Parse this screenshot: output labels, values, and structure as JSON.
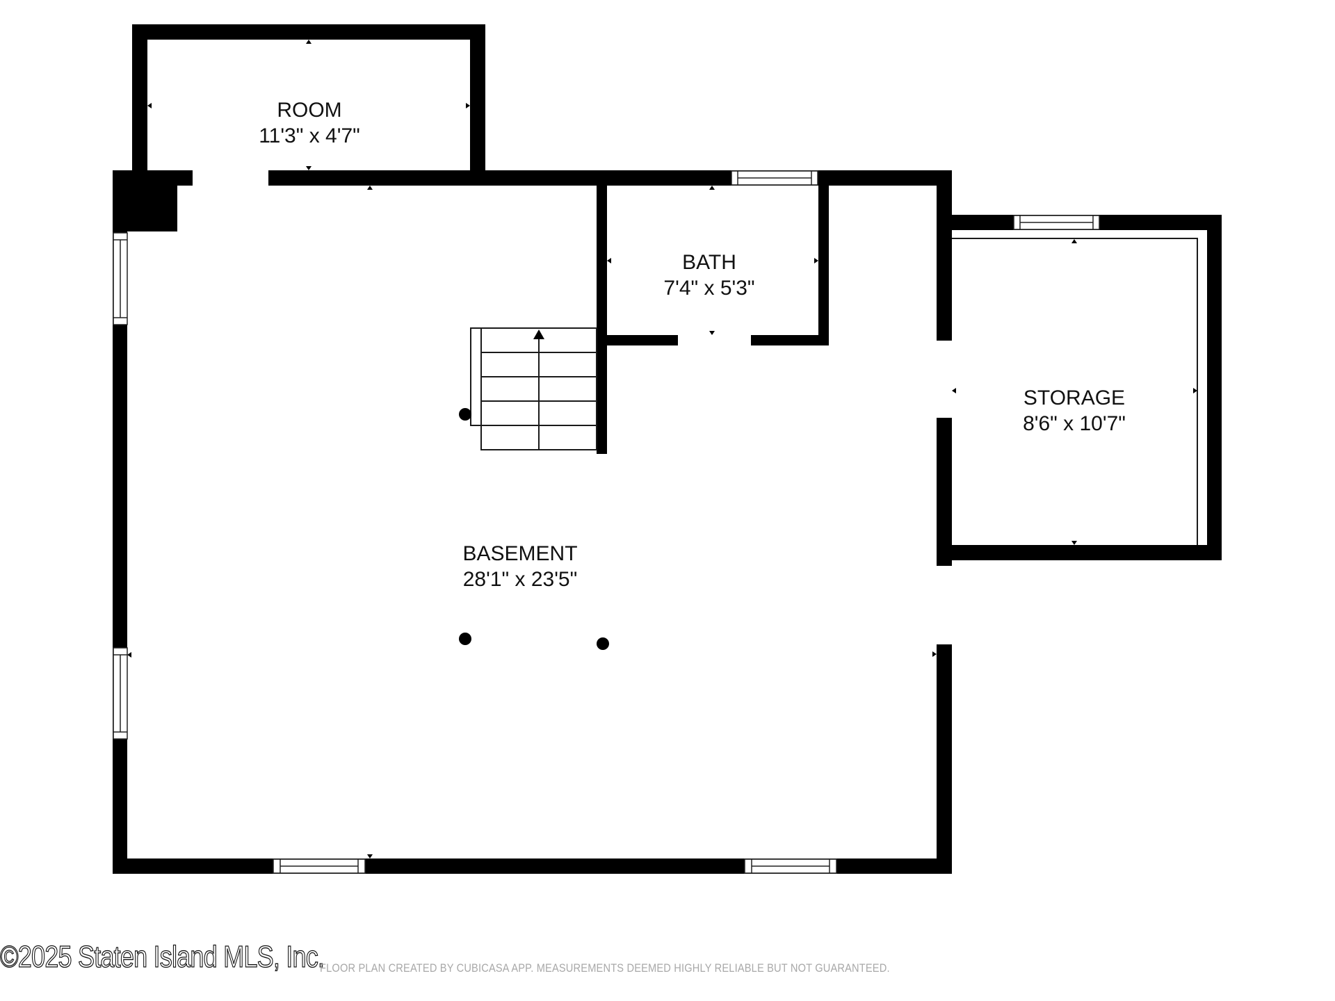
{
  "rooms": [
    {
      "name": "ROOM",
      "size": "11'3\" x 4'7\""
    },
    {
      "name": "BATH",
      "size": "7'4\" x 5'3\""
    },
    {
      "name": "STORAGE",
      "size": "8'6\" x 10'7\""
    },
    {
      "name": "BASEMENT",
      "size": "28'1\" x 23'5\""
    }
  ],
  "footer": {
    "watermark": "©2025 Staten Island MLS, Inc.",
    "disclaimer": "FLOOR PLAN CREATED BY CUBICASA APP. MEASUREMENTS DEEMED HIGHLY RELIABLE BUT NOT GUARANTEED."
  },
  "colors": {
    "wall": "#000000",
    "background": "#ffffff",
    "disclaimer_text": "#a8a8a8"
  }
}
